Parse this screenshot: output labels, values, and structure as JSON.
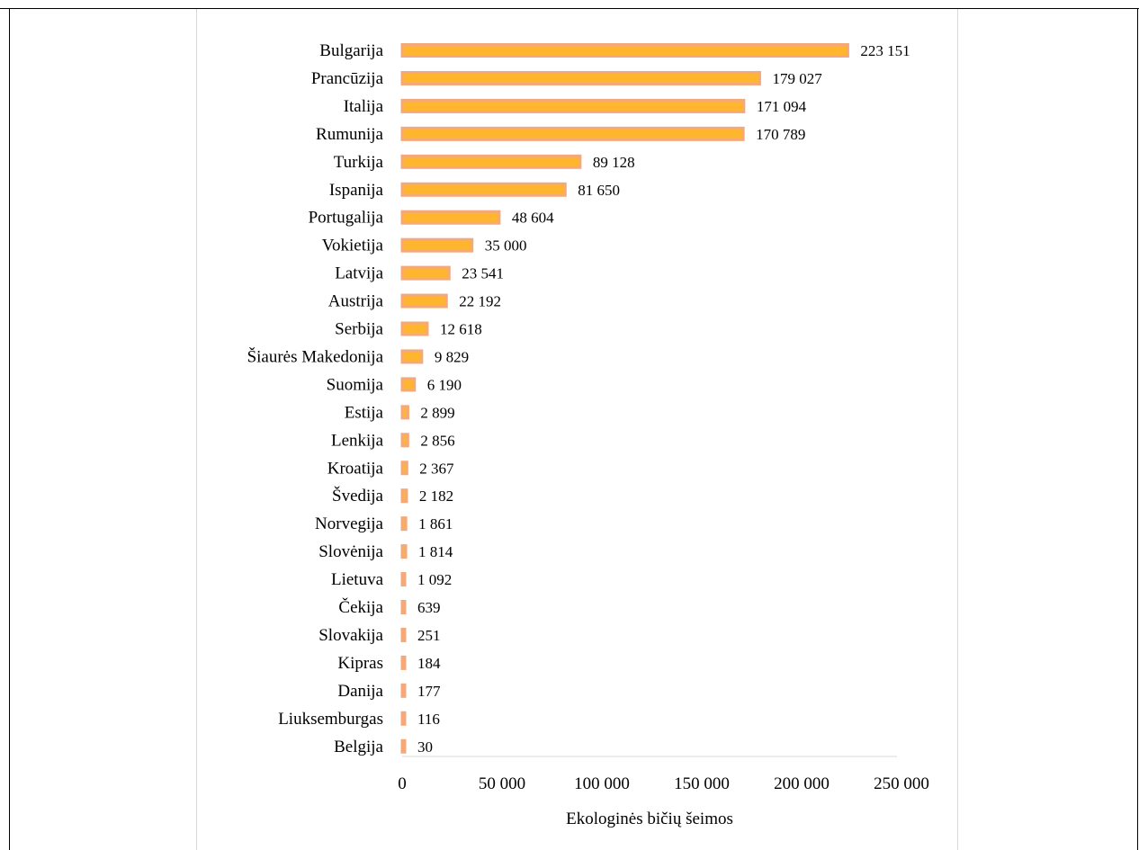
{
  "chart_data": {
    "type": "bar",
    "orientation": "horizontal",
    "categories": [
      "Bulgarija",
      "Prancūzija",
      "Italija",
      "Rumunija",
      "Turkija",
      "Ispanija",
      "Portugalija",
      "Vokietija",
      "Latvija",
      "Austrija",
      "Serbija",
      "Šiaurės Makedonija",
      "Suomija",
      "Estija",
      "Lenkija",
      "Kroatija",
      "Švedija",
      "Norvegija",
      "Slovėnija",
      "Lietuva",
      "Čekija",
      "Slovakija",
      "Kipras",
      "Danija",
      "Liuksemburgas",
      "Belgija"
    ],
    "values": [
      223151,
      179027,
      171094,
      170789,
      89128,
      81650,
      48604,
      35000,
      23541,
      22192,
      12618,
      9829,
      6190,
      2899,
      2856,
      2367,
      2182,
      1861,
      1814,
      1092,
      639,
      251,
      184,
      177,
      116,
      30
    ],
    "value_labels": [
      "223 151",
      "179 027",
      "171 094",
      "170 789",
      "89 128",
      "81 650",
      "48 604",
      "35 000",
      "23 541",
      "22 192",
      "12 618",
      "9 829",
      "6 190",
      "2 899",
      "2 856",
      "2 367",
      "2 182",
      "1 861",
      "1 814",
      "1 092",
      "639",
      "251",
      "184",
      "177",
      "116",
      "30"
    ],
    "x_ticks": [
      0,
      50000,
      100000,
      150000,
      200000,
      250000
    ],
    "x_tick_labels": [
      "0",
      "50 000",
      "100 000",
      "150 000",
      "200 000",
      "250 000"
    ],
    "xlim": [
      0,
      250000
    ],
    "xlabel": "Ekologinės bičių šeimos",
    "grid": false,
    "colors": {
      "bar_fill": "#ffb62e",
      "bar_edge": "#f4a97a"
    }
  }
}
